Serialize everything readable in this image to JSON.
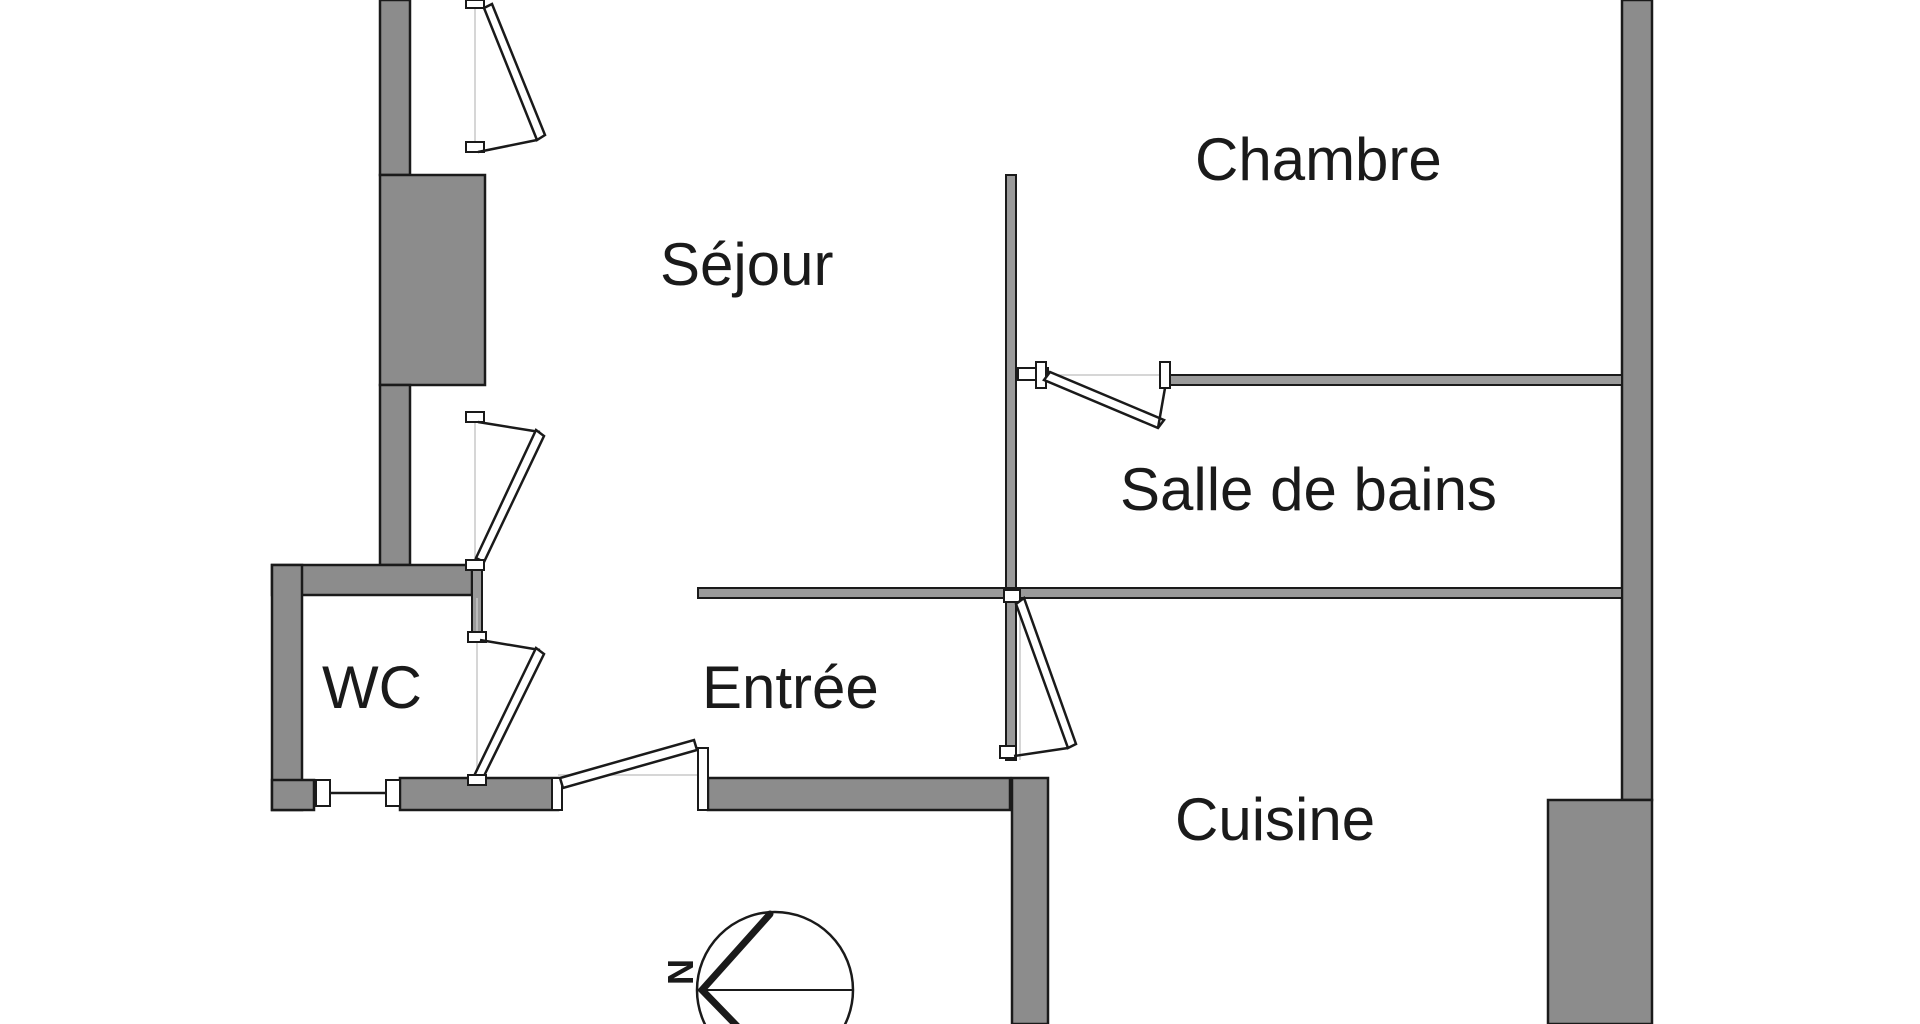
{
  "rooms": {
    "chambre": "Chambre",
    "sejour": "Séjour",
    "salle_de_bains": "Salle de bains",
    "wc": "WC",
    "entree": "Entrée",
    "cuisine": "Cuisine"
  },
  "compass": {
    "north_letter": "N"
  },
  "colors": {
    "wall_fill": "#8c8c8c",
    "outline": "#1a1a1a",
    "background": "#ffffff"
  }
}
